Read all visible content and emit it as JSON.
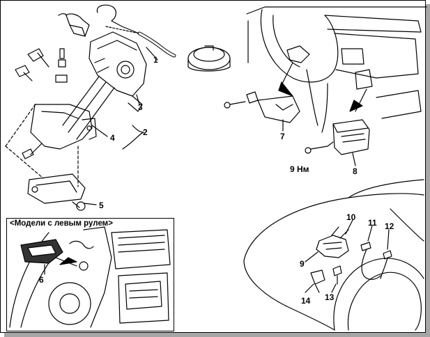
{
  "diagram": {
    "inset_title": "<Модели с левым рулем>",
    "callouts": [
      "1",
      "2",
      "3",
      "4",
      "5",
      "6",
      "7",
      "8",
      "9",
      "10",
      "11",
      "12",
      "13",
      "14"
    ],
    "torque_label": "9 Нм"
  }
}
